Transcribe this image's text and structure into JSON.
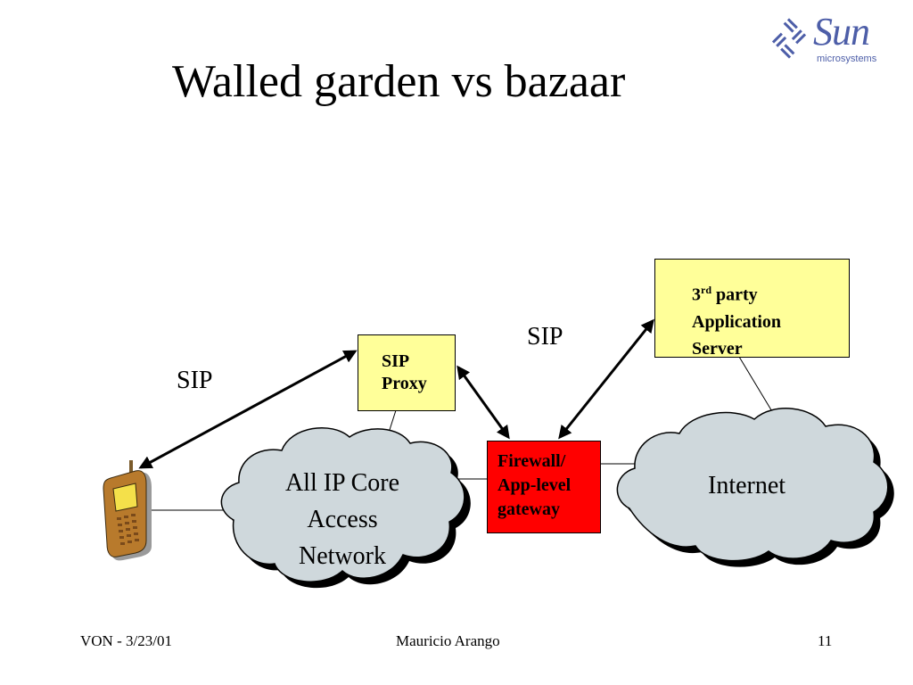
{
  "slide": {
    "title": "Walled garden vs bazaar",
    "logo": {
      "word": "Sun",
      "sub": "microsystems"
    }
  },
  "diagram": {
    "sip_left": "SIP",
    "sip_right": "SIP",
    "sip_proxy": {
      "line1": "SIP",
      "line2": "Proxy"
    },
    "app_server": {
      "ordinal": "3",
      "sup": "rd",
      "line1_rest": " party",
      "line2": "Application",
      "line3": "Server"
    },
    "firewall": {
      "line1": "Firewall/",
      "line2": "App-level",
      "line3": "gateway"
    },
    "core_cloud": {
      "line1": "All IP Core",
      "line2": "Access",
      "line3": "Network"
    },
    "internet_cloud": "Internet"
  },
  "footer": {
    "left": "VON - 3/23/01",
    "center": "Mauricio Arango",
    "right": "11"
  },
  "colors": {
    "proxy_fill": "#ffff99",
    "server_fill": "#ffff99",
    "firewall_fill": "#ff0000",
    "cloud_fill": "#cfd8dc",
    "logo_blue": "#4d5ea8"
  }
}
